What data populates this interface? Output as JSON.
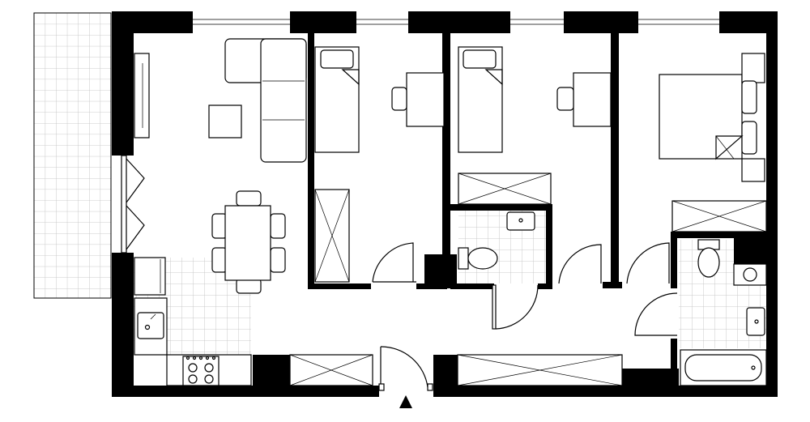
{
  "colors": {
    "wall": "#000000",
    "background": "#ffffff",
    "tile_grid": "#bdbdbd"
  },
  "plan": {
    "rooms": [
      {
        "id": "living-room"
      },
      {
        "id": "bedroom-1"
      },
      {
        "id": "bedroom-2"
      },
      {
        "id": "bedroom-3"
      },
      {
        "id": "bathroom-1"
      },
      {
        "id": "bathroom-2"
      },
      {
        "id": "hallway"
      },
      {
        "id": "balcony"
      }
    ],
    "entrance": {
      "icon": "entrance-arrow-icon"
    }
  }
}
